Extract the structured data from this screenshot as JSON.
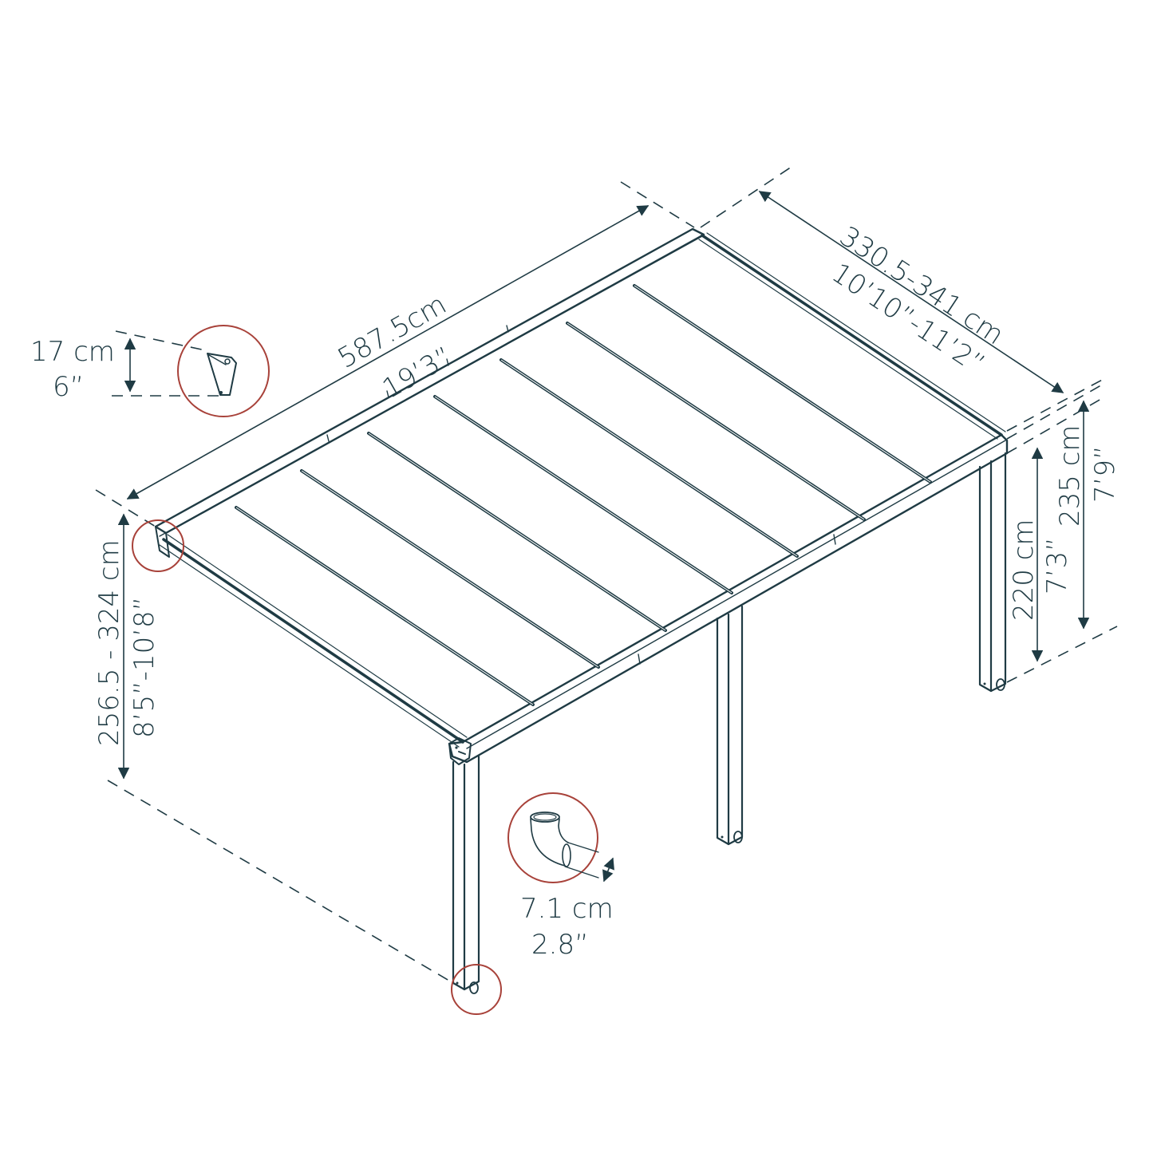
{
  "colors": {
    "line": "#1f3b44",
    "callout": "#a8423a",
    "background": "#ffffff"
  },
  "dimensions": {
    "length": {
      "metric": "587.5cm",
      "imperial": "19’3”"
    },
    "depth": {
      "metric": "330.5-341 cm",
      "imperial": "10’10”-11’2”"
    },
    "front_height": {
      "metric": "256.5 - 324 cm",
      "imperial": "8’5”-10’8”"
    },
    "post_height_low": {
      "metric": "220 cm",
      "imperial": "7’3”"
    },
    "post_height_high": {
      "metric": "235 cm",
      "imperial": "7’9”"
    },
    "gutter_bracket": {
      "metric": "17 cm",
      "imperial": "6”"
    },
    "downpipe": {
      "metric": "7.1 cm",
      "imperial": "2.8”"
    }
  },
  "structure": {
    "roof_panels": 8,
    "posts": 3,
    "callouts": [
      "wall-bracket-detail",
      "wall-corner-detail",
      "downpipe-elbow-detail",
      "post-foot-detail"
    ]
  }
}
